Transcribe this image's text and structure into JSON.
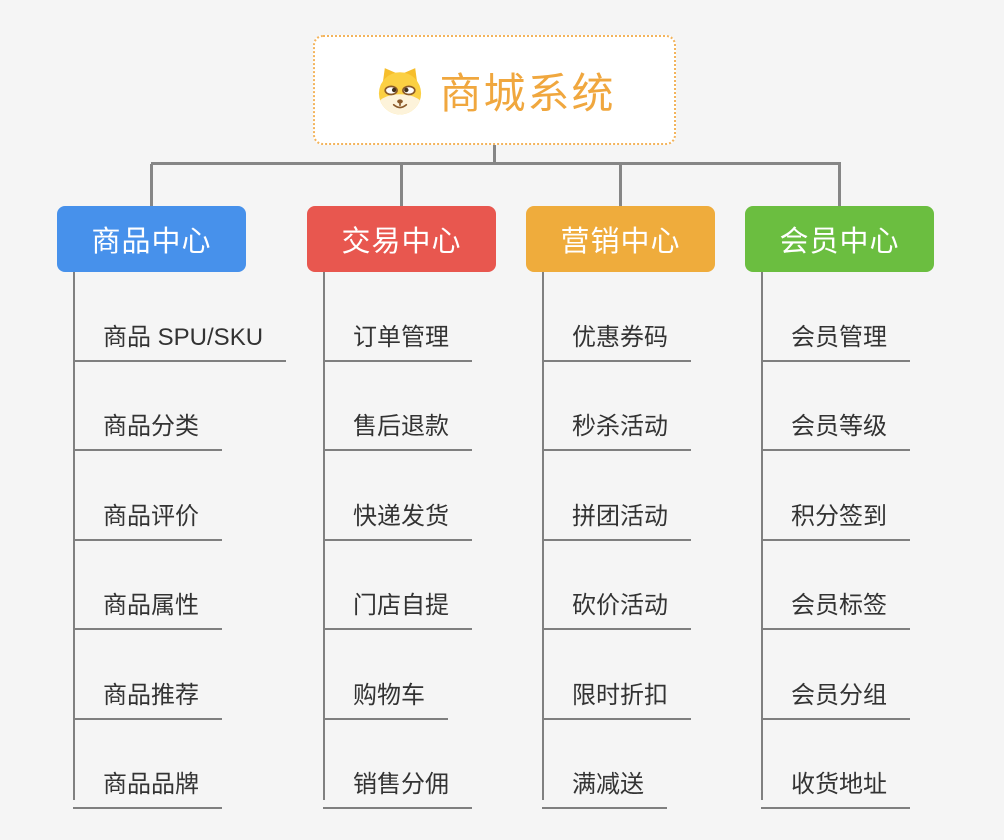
{
  "page": {
    "background_color": "#f5f5f5",
    "connector_color": "#868686"
  },
  "root": {
    "label": "商城系统",
    "icon": "dog-face-icon",
    "text_color": "#f0a73e",
    "border_color": "#f3b45c",
    "background_color": "#ffffff"
  },
  "branches": [
    {
      "label": "商品中心",
      "color": "#4791eb",
      "children": [
        "商品 SPU/SKU",
        "商品分类",
        "商品评价",
        "商品属性",
        "商品推荐",
        "商品品牌"
      ]
    },
    {
      "label": "交易中心",
      "color": "#e8574f",
      "children": [
        "订单管理",
        "售后退款",
        "快递发货",
        "门店自提",
        "购物车",
        "销售分佣"
      ]
    },
    {
      "label": "营销中心",
      "color": "#efac3c",
      "children": [
        "优惠券码",
        "秒杀活动",
        "拼团活动",
        "砍价活动",
        "限时折扣",
        "满减送"
      ]
    },
    {
      "label": "会员中心",
      "color": "#6bbe40",
      "children": [
        "会员管理",
        "会员等级",
        "积分签到",
        "会员标签",
        "会员分组",
        "收货地址"
      ]
    }
  ]
}
